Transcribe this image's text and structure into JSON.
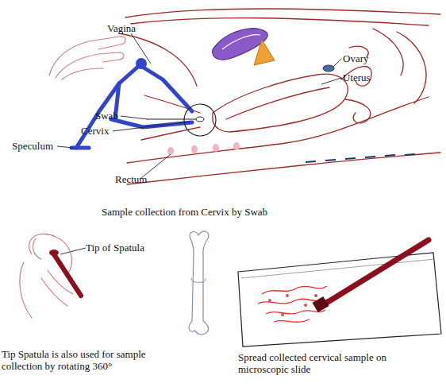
{
  "diagram": {
    "labels": [
      "Vagina",
      "Ovary",
      "Uterus",
      "Swab",
      "Cervix",
      "Speculum",
      "Rectum",
      "Sample collection from Cervix by Swab",
      "Tip of Spatula",
      "Tip Spatula is also used for sample collection by rotating 360°",
      "Spread collected cervical sample on microscopic slide"
    ]
  }
}
